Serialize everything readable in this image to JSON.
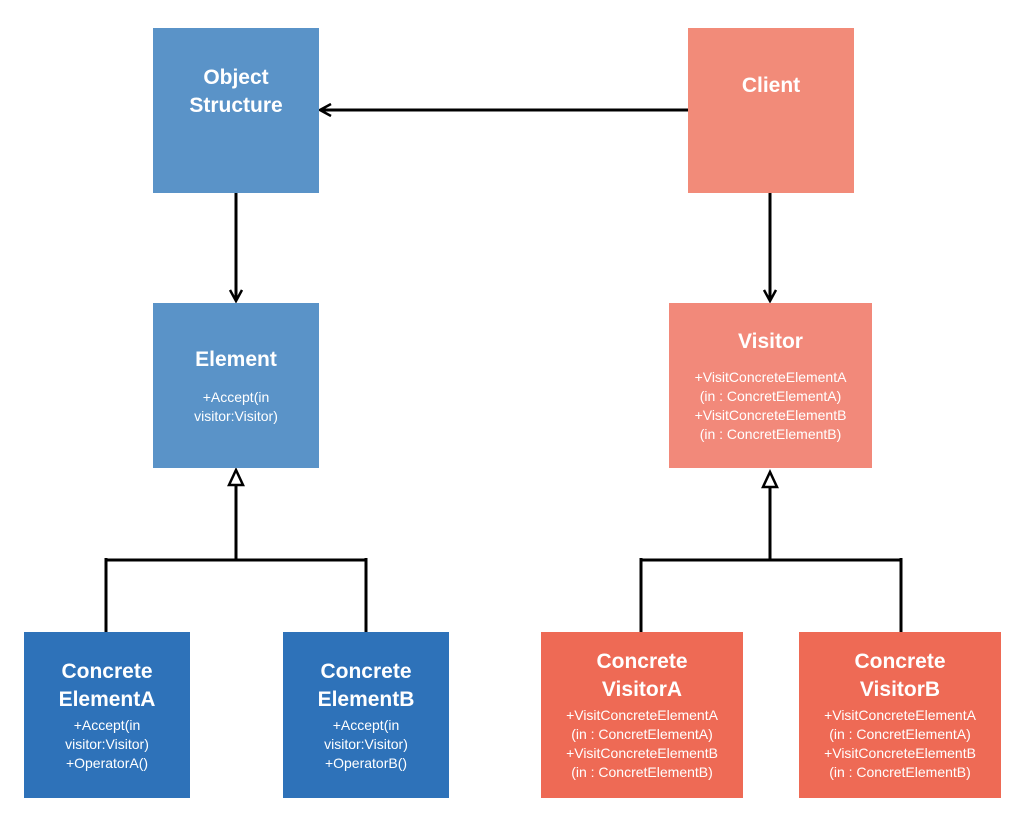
{
  "colors": {
    "element_blue": "#5A93C8",
    "concrete_blue": "#2E72B9",
    "client_salmon": "#F28B79",
    "visitor_salmon": "#F2897A",
    "concrete_red": "#EE6A55",
    "line": "#000000"
  },
  "object_structure": {
    "title": [
      "Object",
      "Structure"
    ]
  },
  "client": {
    "title": [
      "Client"
    ]
  },
  "element": {
    "title": [
      "Element"
    ],
    "ops": [
      "+Accept(in",
      "visitor:Visitor)"
    ]
  },
  "visitor": {
    "title": [
      "Visitor"
    ],
    "ops": [
      "+VisitConcreteElementA",
      "(in : ConcretElementA)",
      "+VisitConcreteElementB",
      "(in : ConcretElementB)"
    ]
  },
  "concrete_element_a": {
    "title": [
      "Concrete",
      "ElementA"
    ],
    "ops": [
      "+Accept(in",
      "visitor:Visitor)",
      "+OperatorA()"
    ]
  },
  "concrete_element_b": {
    "title": [
      "Concrete",
      "ElementB"
    ],
    "ops": [
      "+Accept(in",
      "visitor:Visitor)",
      "+OperatorB()"
    ]
  },
  "concrete_visitor_a": {
    "title": [
      "Concrete",
      "VisitorA"
    ],
    "ops": [
      "+VisitConcreteElementA",
      "(in : ConcretElementA)",
      "+VisitConcreteElementB",
      "(in : ConcretElementB)"
    ]
  },
  "concrete_visitor_b": {
    "title": [
      "Concrete",
      "VisitorB"
    ],
    "ops": [
      "+VisitConcreteElementA",
      "(in : ConcretElementA)",
      "+VisitConcreteElementB",
      "(in : ConcretElementB)"
    ]
  }
}
